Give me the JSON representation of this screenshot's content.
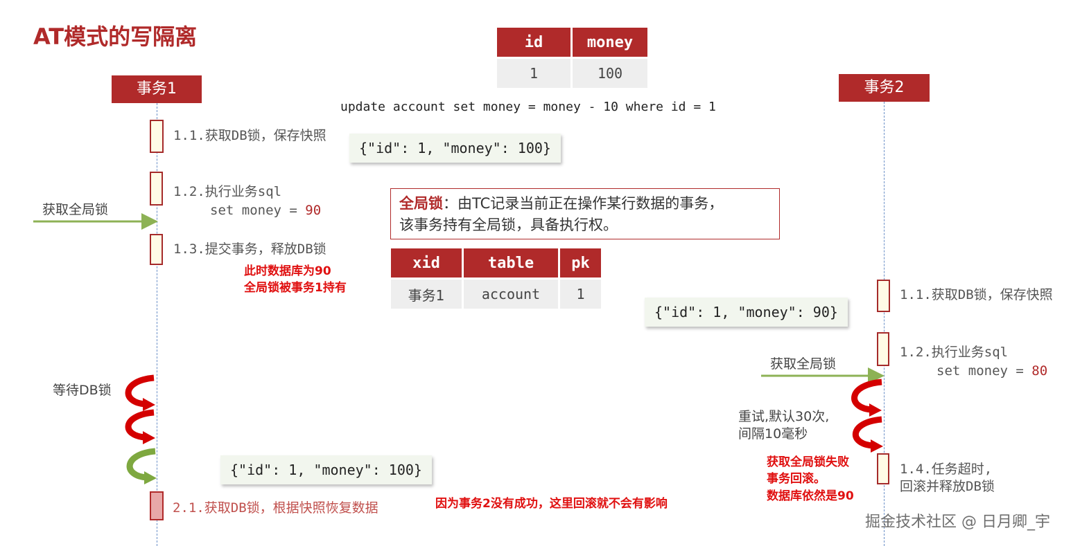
{
  "title": "AT模式的写隔离",
  "data_table": {
    "headers": [
      "id",
      "money"
    ],
    "rows": [
      [
        "1",
        "100"
      ]
    ]
  },
  "sql": "update account set money = money - 10 where id = 1",
  "actors": {
    "tx1": "事务1",
    "tx2": "事务2"
  },
  "tx1": {
    "step_1_1": "1.1.获取DB锁，保存快照",
    "snapshot_json": "{\"id\": 1, \"money\": 100}",
    "step_1_2": "1.2.执行业务sql",
    "step_1_2_sql": "set money = ",
    "step_1_2_value": "90",
    "global_lock_label": "获取全局锁",
    "step_1_3": "1.3.提交事务，释放DB锁",
    "note_line1": "此时数据库为90",
    "note_line2": "全局锁被事务1持有",
    "wait_label": "等待DB锁",
    "restore_json": "{\"id\": 1, \"money\": 100}",
    "step_2_1": "2.1.获取DB锁，根据快照恢复数据",
    "rollback_note": "因为事务2没有成功，这里回滚就不会有影响"
  },
  "global_lock": {
    "term": "全局锁",
    "definition_line1": "：由TC记录当前正在操作某行数据的事务，",
    "definition_line2": "该事务持有全局锁，具备执行权。",
    "table": {
      "headers": [
        "xid",
        "table",
        "pk"
      ],
      "rows": [
        [
          "事务1",
          "account",
          "1"
        ]
      ]
    }
  },
  "tx2": {
    "step_1_1": "1.1.获取DB锁，保存快照",
    "snapshot_json": "{\"id\": 1, \"money\": 90}",
    "step_1_2": "1.2.执行业务sql",
    "step_1_2_sql": "set money = ",
    "step_1_2_value": "80",
    "global_lock_label": "获取全局锁",
    "retry_line1": "重试,默认30次,",
    "retry_line2": "间隔10毫秒",
    "fail_line1": "获取全局锁失败",
    "fail_line2": "事务回滚。",
    "fail_line3": "数据库依然是90",
    "step_1_4_line1": "1.4.任务超时,",
    "step_1_4_line2": "回滚并释放DB锁"
  },
  "watermark": "掘金技术社区 @ 日月卿_宇",
  "colors": {
    "accent": "#b02a2a",
    "arrow_green": "#8db255",
    "retry_red": "#e01010",
    "note_red": "#e01010"
  }
}
